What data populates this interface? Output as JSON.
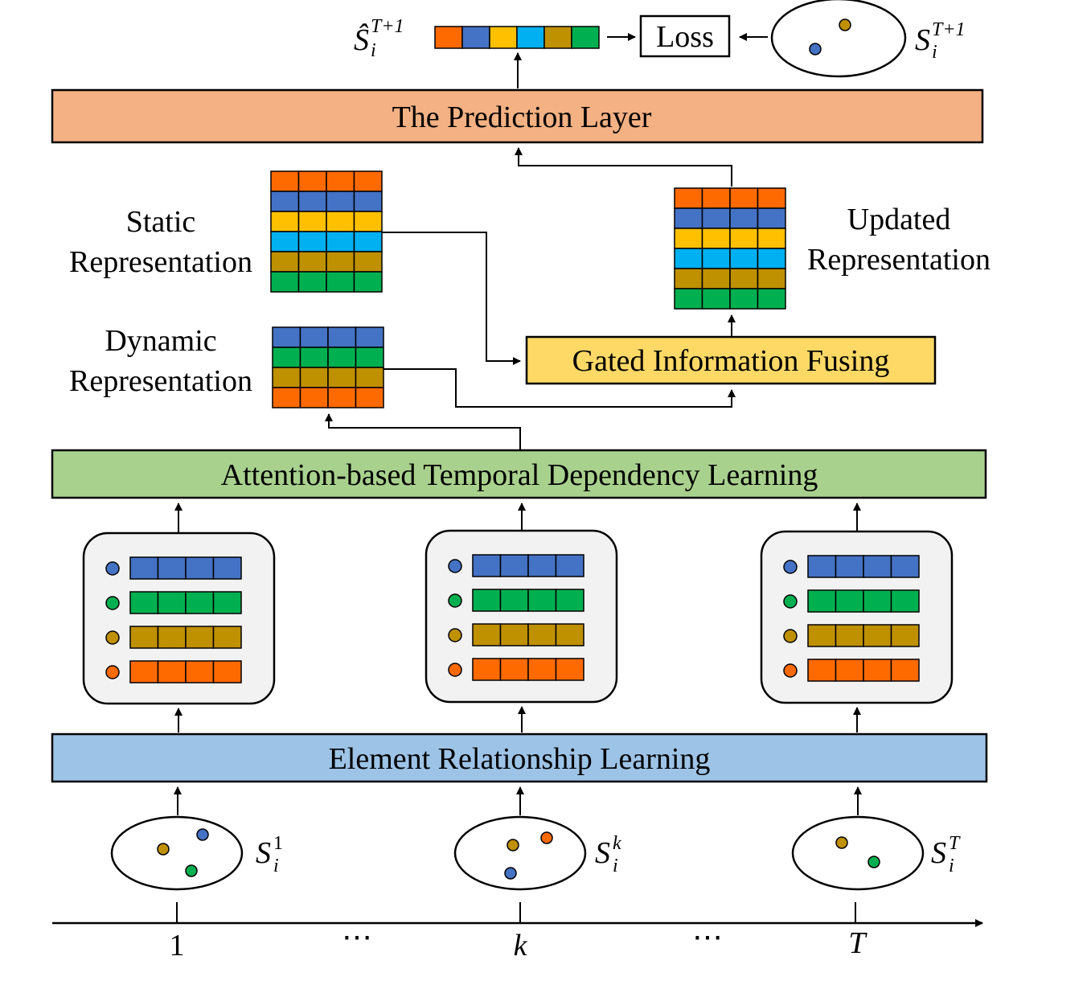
{
  "colors": {
    "orange": "#FF6A00",
    "blue": "#4472C4",
    "yellow": "#FFC000",
    "cyan": "#00B0F0",
    "olive": "#BF9000",
    "green": "#00B050",
    "prediction_layer_fill": "#F4B183",
    "gated_fill": "#FFD966",
    "attention_fill": "#A9D18E",
    "element_fill": "#9DC3E6",
    "set_box_fill": "#F2F2F2"
  },
  "layers": {
    "prediction": "The Prediction Layer",
    "gated": "Gated Information Fusing",
    "attention": "Attention-based Temporal Dependency Learning",
    "element": "Element Relationship Learning"
  },
  "loss_label": "Loss",
  "representations": {
    "static_line1": "Static",
    "static_line2": "Representation",
    "dynamic_line1": "Dynamic",
    "dynamic_line2": "Representation",
    "updated_line1": "Updated",
    "updated_line2": "Representation"
  },
  "math": {
    "pred_base": "Ŝ",
    "pred_sub": "i",
    "pred_sup": "T+1",
    "target_base": "S",
    "target_sub": "i",
    "target_sup": "T+1",
    "set1_base": "S",
    "set1_sub": "i",
    "set1_sup": "1",
    "setk_base": "S",
    "setk_sub": "i",
    "setk_sup": "k",
    "setT_base": "S",
    "setT_sub": "i",
    "setT_sup": "T"
  },
  "axis": {
    "tick_1": "1",
    "dots_1": "⋯",
    "tick_k": "k",
    "dots_2": "⋯",
    "tick_T": "T"
  }
}
